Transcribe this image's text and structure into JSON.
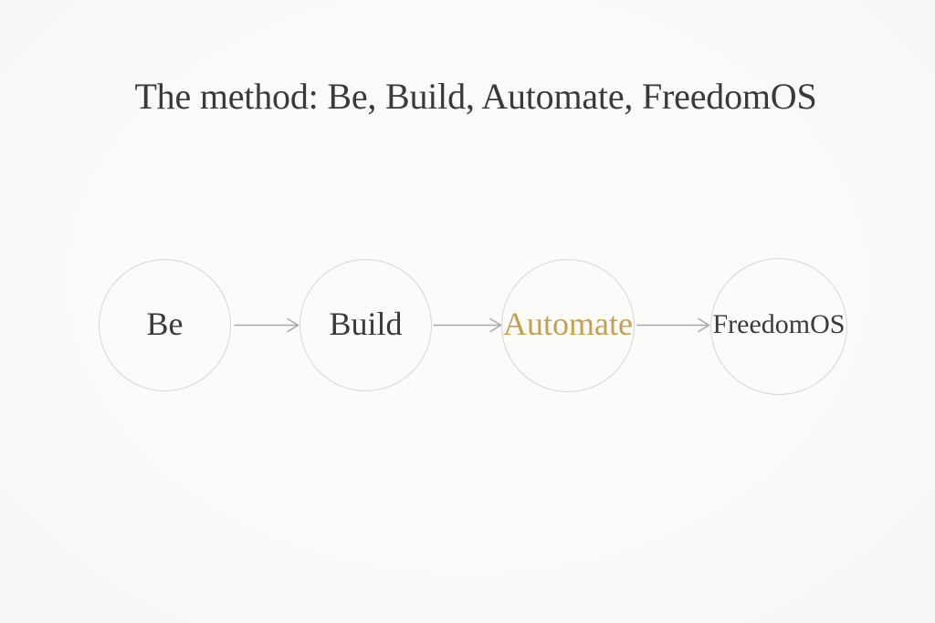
{
  "slide": {
    "title": "The method: Be, Build, Automate, FreedomOS"
  },
  "diagram": {
    "nodes": [
      {
        "label": "Be",
        "highlighted": false
      },
      {
        "label": "Build",
        "highlighted": false
      },
      {
        "label": "Automate",
        "highlighted": true
      },
      {
        "label": "FreedomOS",
        "highlighted": false
      }
    ]
  },
  "colors": {
    "background": "#fafaf8",
    "title_text": "#3a3a3a",
    "node_text": "#3a3a3a",
    "accent_gold": "#c5a04e",
    "circle_border": "#d7d6d3",
    "arrow": "#a7a7a5"
  }
}
